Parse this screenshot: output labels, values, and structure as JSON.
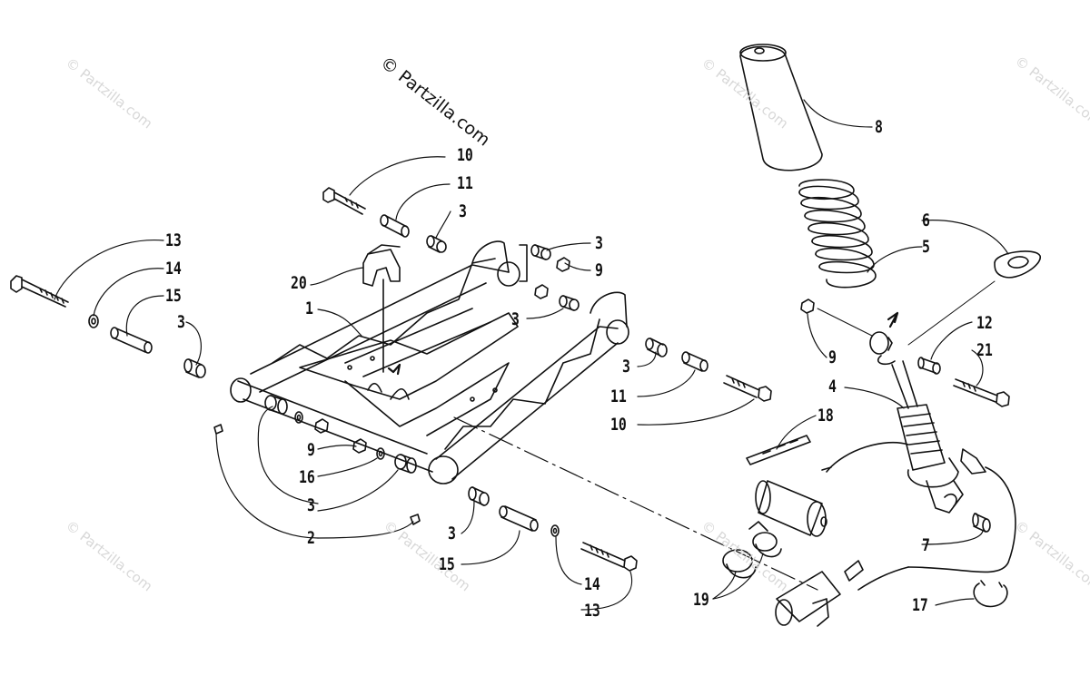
{
  "watermarks": {
    "main": "© Partzilla.com",
    "faint": "© Partzilla.com"
  },
  "callouts": {
    "c1": "1",
    "c2": "2",
    "c3a": "3",
    "c3b": "3",
    "c3c": "3",
    "c3d": "3",
    "c3e": "3",
    "c3f": "3",
    "c3g": "3",
    "c4": "4",
    "c5": "5",
    "c6": "6",
    "c7": "7",
    "c8": "8",
    "c9a": "9",
    "c9b": "9",
    "c9c": "9",
    "c10a": "10",
    "c10b": "10",
    "c11a": "11",
    "c11b": "11",
    "c12": "12",
    "c13a": "13",
    "c13b": "13",
    "c14a": "14",
    "c14b": "14",
    "c15a": "15",
    "c15b": "15",
    "c16": "16",
    "c17": "17",
    "c18": "18",
    "c19": "19",
    "c20": "20",
    "c21": "21"
  },
  "colors": {
    "line": "#111111",
    "watermark": "#d8d8d8"
  }
}
